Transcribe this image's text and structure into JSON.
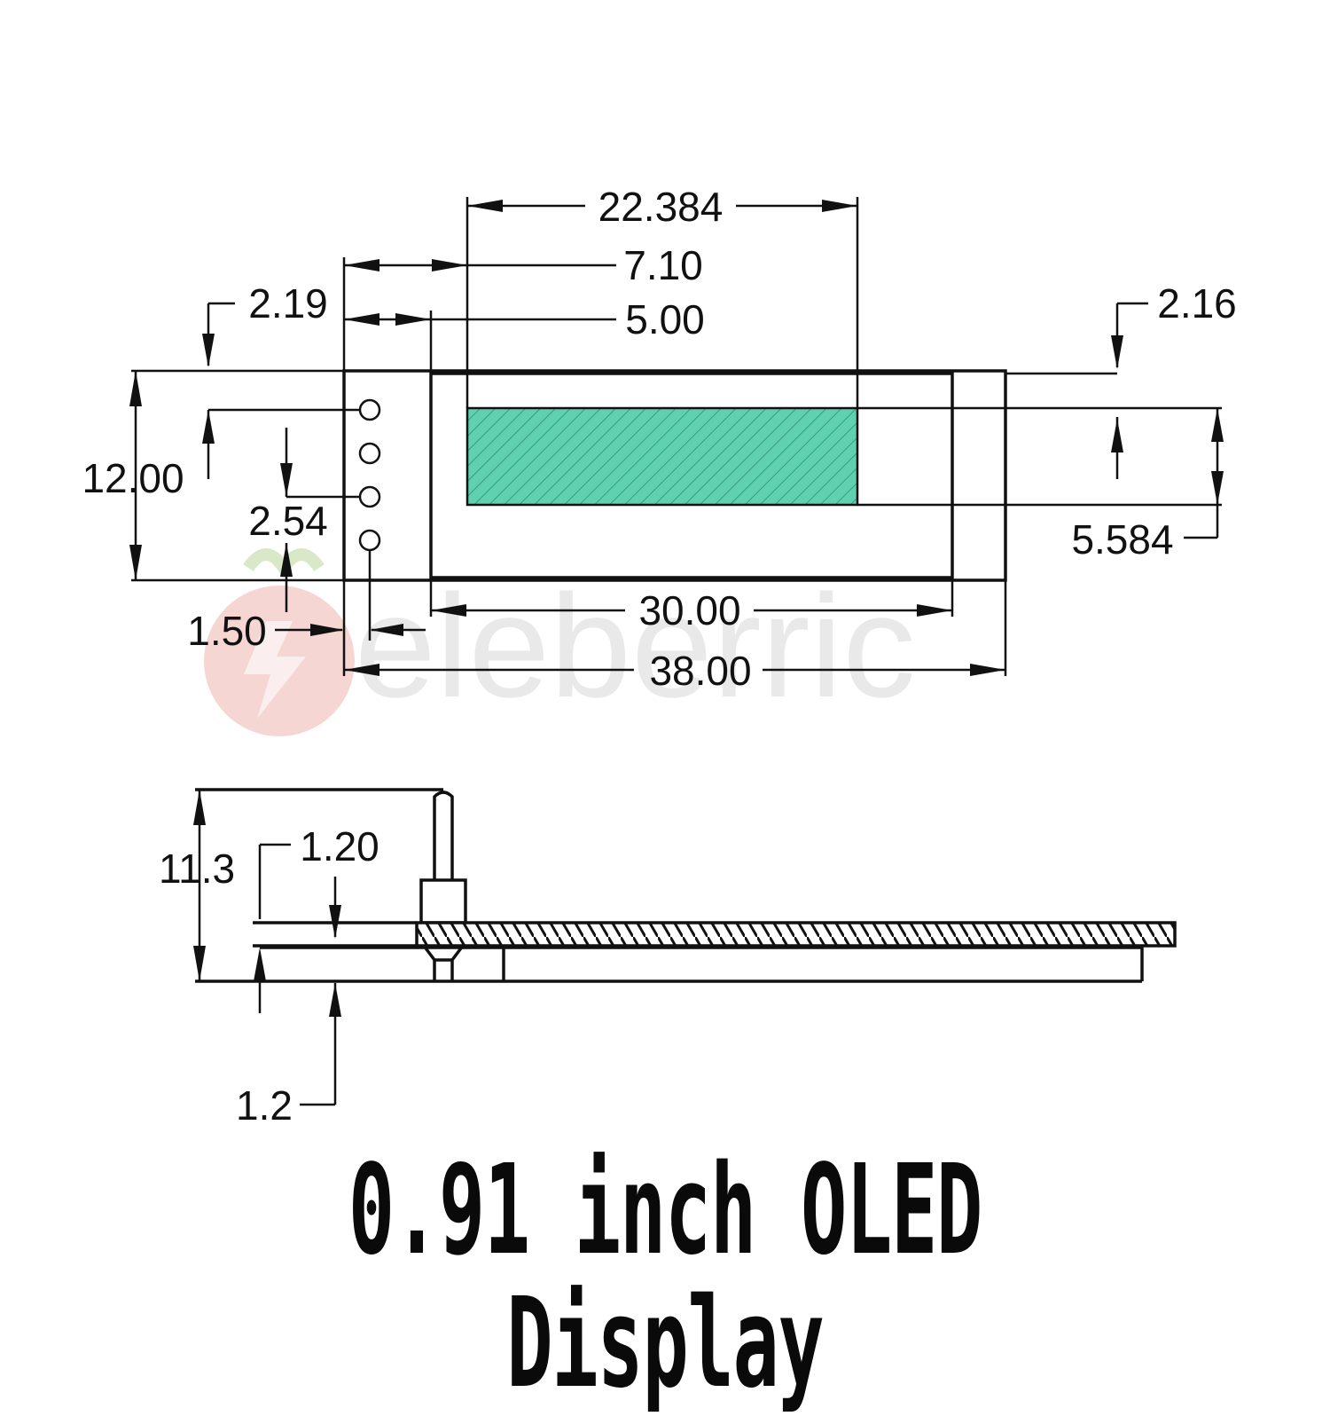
{
  "title": "0.91 inch OLED Display",
  "watermark": "eleberric",
  "colors": {
    "active_area": "#5fd1b0",
    "line": "#111111",
    "watermark_logo": "#f3c4c0"
  },
  "top_view_dimensions": {
    "active_width": "22.384",
    "pin_offset_to_active": "7.10",
    "pin_offset_to_glass": "5.00",
    "left_margin_top": "2.19",
    "right_margin_top": "2.16",
    "board_height": "12.00",
    "pin_pitch": "2.54",
    "active_height": "5.584",
    "pin_edge_offset": "1.50",
    "glass_width": "30.00",
    "board_width": "38.00"
  },
  "side_view_dimensions": {
    "total_height": "11.3",
    "glass_thickness": "1.20",
    "pcb_thickness": "1.2"
  }
}
